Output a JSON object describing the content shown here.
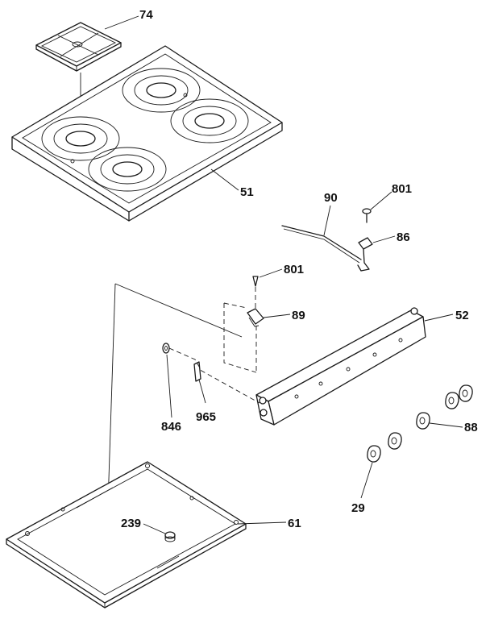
{
  "callouts": {
    "grate": "74",
    "cooktop": "51",
    "rod": "90",
    "screw_upper": "801",
    "bracket_upper": "86",
    "screw_lower": "801",
    "bracket_lower": "89",
    "manifold_panel": "52",
    "spacer": "846",
    "clip": "965",
    "knob_right": "88",
    "knob_left": "29",
    "foot": "239",
    "bottom_pan": "61"
  }
}
